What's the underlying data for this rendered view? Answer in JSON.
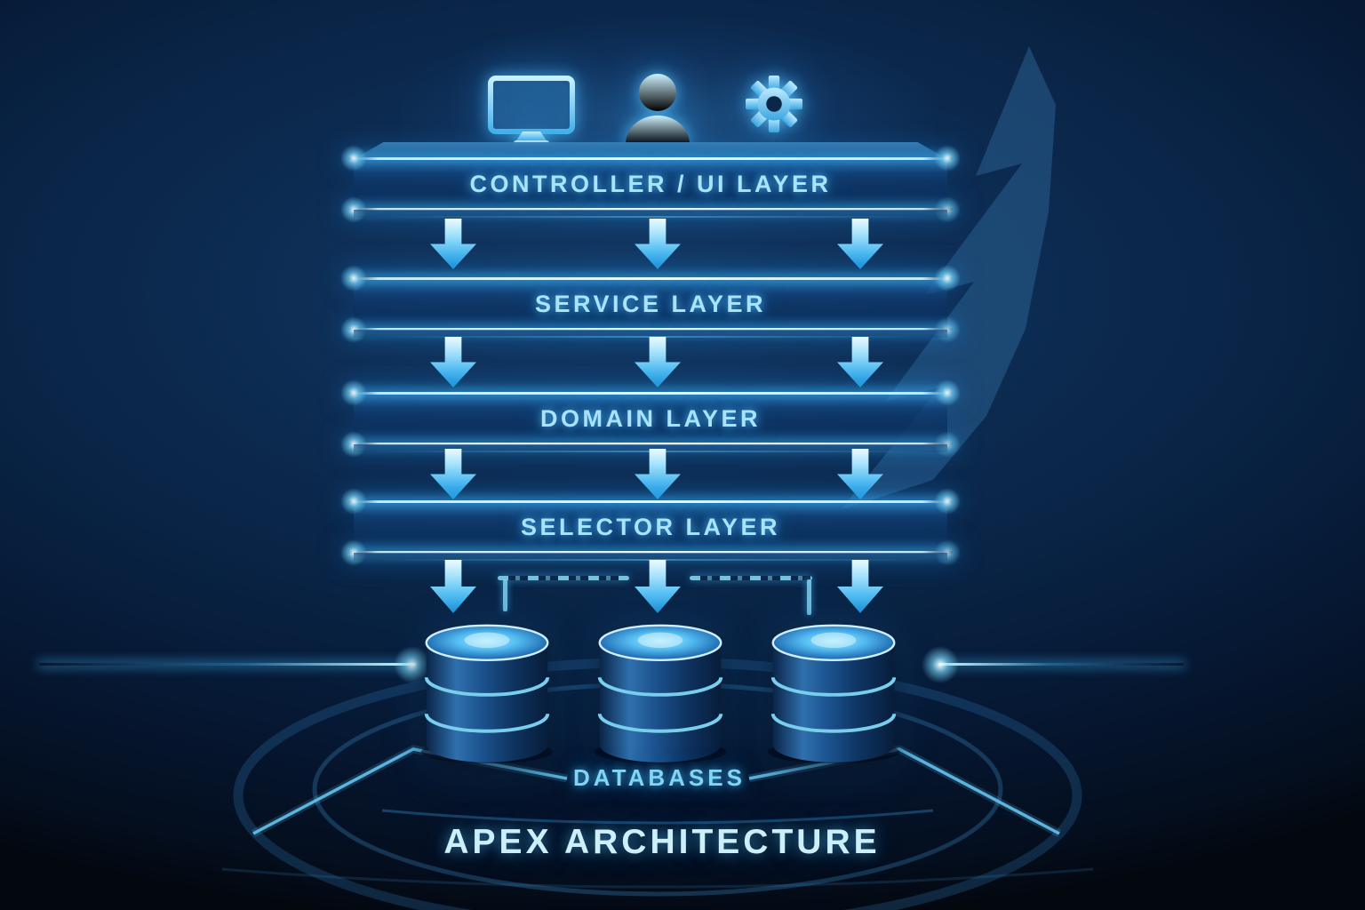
{
  "title": "APEX ARCHITECTURE",
  "diagram": {
    "layers": [
      {
        "label": "CONTROLLER / UI LAYER"
      },
      {
        "label": "SERVICE LAYER"
      },
      {
        "label": "DOMAIN LAYER"
      },
      {
        "label": "SELECTOR LAYER"
      }
    ],
    "databases_label": "DATABASES",
    "database_count": 3,
    "top_icons": [
      {
        "name": "monitor-icon"
      },
      {
        "name": "user-icon"
      },
      {
        "name": "gear-icon"
      }
    ]
  },
  "colors": {
    "background_navy": "#0a2447",
    "accent_cyan": "#4fbbf1",
    "edge_glow": "#eafbff",
    "layer_text": "#a9e3ff",
    "title_text": "#cdeffa",
    "databases_text": "#82d5f2",
    "silhouette_blue": "#2c6396"
  }
}
